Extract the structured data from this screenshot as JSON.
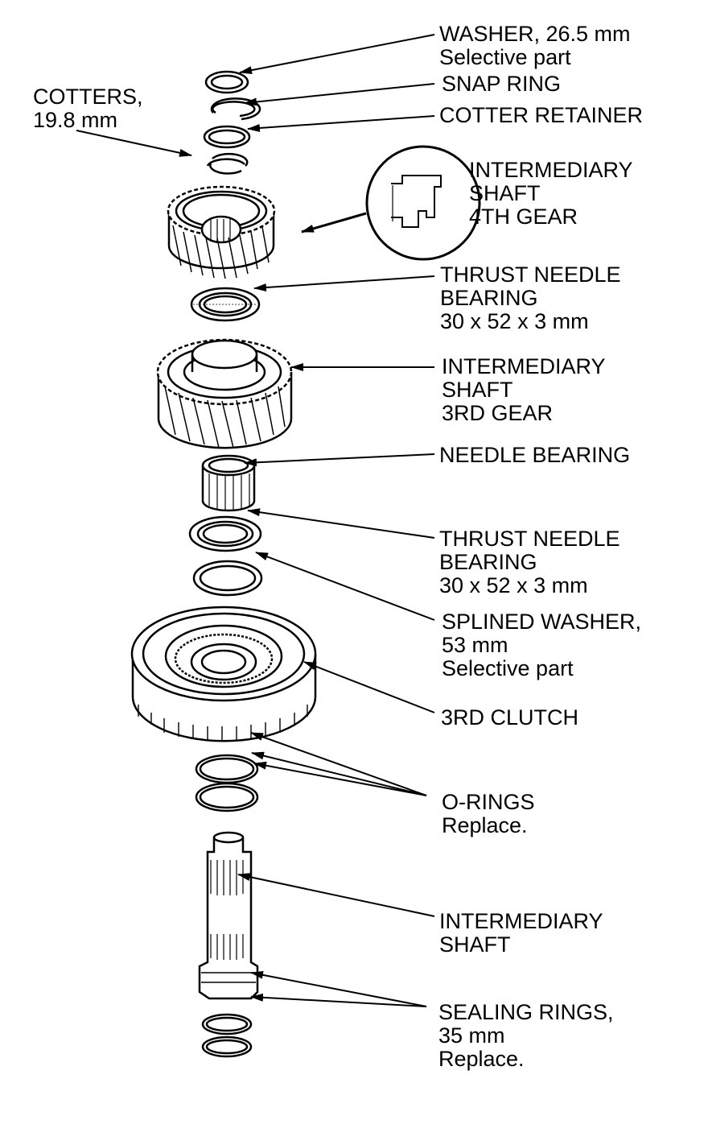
{
  "labels": {
    "washer": [
      "WASHER, 26.5 mm",
      "Selective part"
    ],
    "snap_ring": [
      "SNAP RING"
    ],
    "cotter_retainer": [
      "COTTER RETAINER"
    ],
    "cotters": [
      "COTTERS,",
      "19.8 mm"
    ],
    "fourth_gear": [
      "INTERMEDIARY",
      "SHAFT",
      "4TH GEAR"
    ],
    "thrust_needle_bearing_top": [
      "THRUST NEEDLE",
      "BEARING",
      "30 x 52 x 3 mm"
    ],
    "third_gear": [
      "INTERMEDIARY",
      "SHAFT",
      "3RD GEAR"
    ],
    "needle_bearing": [
      "NEEDLE BEARING"
    ],
    "thrust_needle_bearing_bottom": [
      "THRUST NEEDLE",
      "BEARING",
      "30 x 52 x 3 mm"
    ],
    "splined_washer": [
      "SPLINED WASHER,",
      "53 mm",
      "Selective part"
    ],
    "third_clutch": [
      "3RD CLUTCH"
    ],
    "o_rings": [
      "O-RINGS",
      "Replace."
    ],
    "intermediary_shaft": [
      "INTERMEDIARY",
      "SHAFT"
    ],
    "sealing_rings": [
      "SEALING RINGS,",
      "35 mm",
      "Replace."
    ]
  }
}
